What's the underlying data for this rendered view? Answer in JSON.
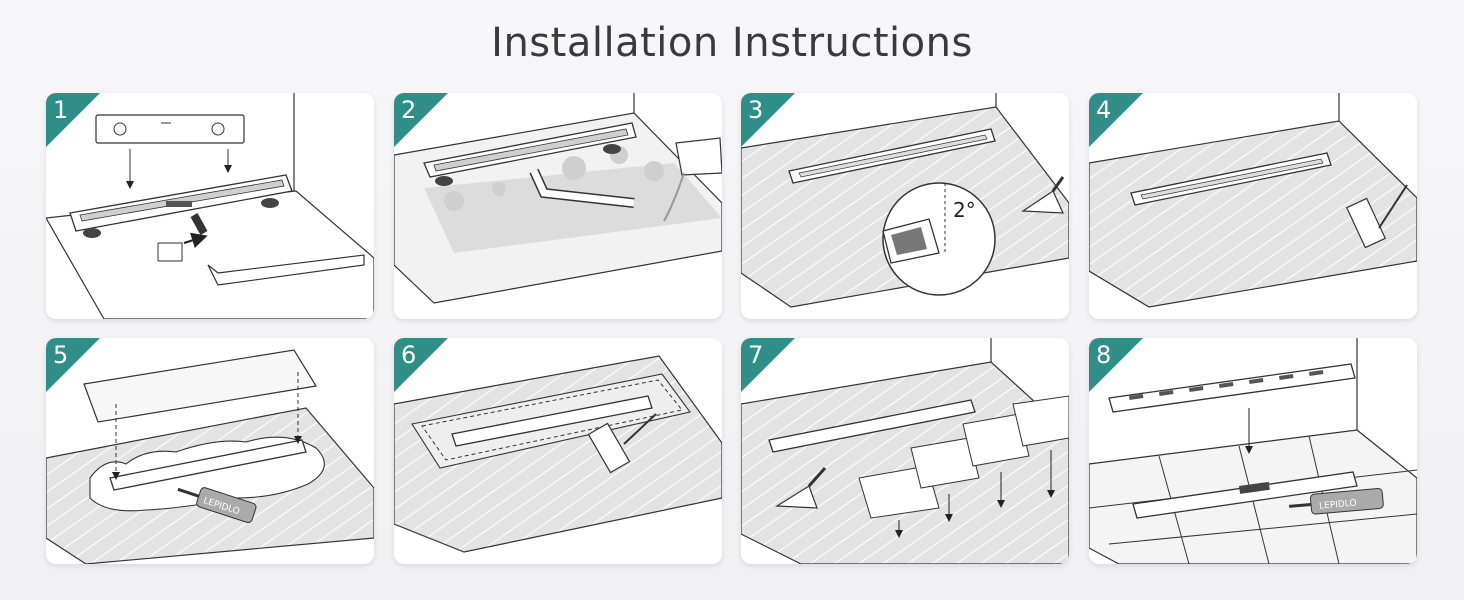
{
  "title": "Installation Instructions",
  "accent_color": "#2f8f88",
  "steps": [
    {
      "number": "1"
    },
    {
      "number": "2"
    },
    {
      "number": "3",
      "slope_label": "2°"
    },
    {
      "number": "4"
    },
    {
      "number": "5",
      "tube_label": "LEPIDLO"
    },
    {
      "number": "6"
    },
    {
      "number": "7"
    },
    {
      "number": "8",
      "tube_label": "LEPIDLO"
    }
  ]
}
